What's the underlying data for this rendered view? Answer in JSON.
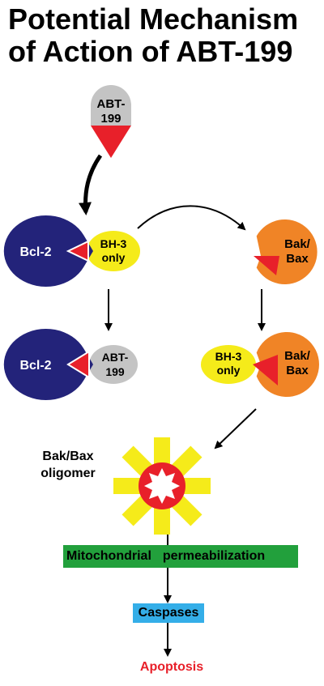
{
  "title": {
    "line1": "Potential Mechanism",
    "line2": "of Action of ABT-199"
  },
  "drug": {
    "line1": "ABT-",
    "line2": "199"
  },
  "bcl2_bh3_complex": {
    "bcl2": "Bcl-2",
    "bh3_line1": "BH-3",
    "bh3_line2": "only"
  },
  "bak_bax_inactive": {
    "line1": "Bak/",
    "line2": "Bax"
  },
  "bcl2_abt_complex": {
    "bcl2": "Bcl-2",
    "abt_line1": "ABT-",
    "abt_line2": "199"
  },
  "bak_bh3_complex": {
    "bh3_line1": "BH-3",
    "bh3_line2": "only",
    "bak_line1": "Bak/",
    "bak_line2": "Bax"
  },
  "oligomer": {
    "line1": "Bak/Bax",
    "line2": "oligomer"
  },
  "mito": {
    "word1": "Mitochondrial",
    "word2": "permeabilization"
  },
  "caspases": "Caspases",
  "apoptosis": "Apoptosis",
  "colors": {
    "bcl2": "#23237a",
    "bh3": "#f5eb1a",
    "bak_bax": "#f08426",
    "abt_grey": "#c4c4c4",
    "drug_red": "#e8202a",
    "mito_green": "#22a03c",
    "caspase_blue": "#34aee8"
  }
}
